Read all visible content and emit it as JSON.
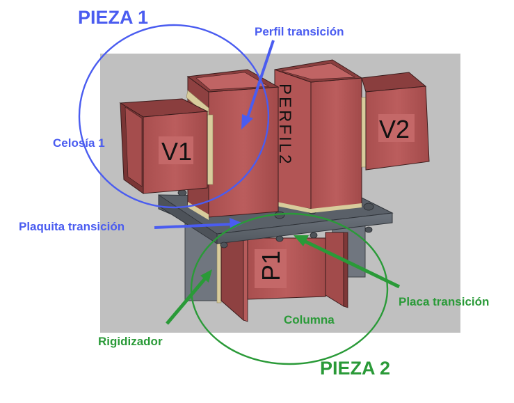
{
  "diagram": {
    "title_piece1": "PIEZA 1",
    "title_piece2": "PIEZA 2",
    "labels": {
      "perfil_transicion": "Perfil transición",
      "celosia_1": "Celosía 1",
      "plaquita_transicion": "Plaquita transición",
      "placa_transicion": "Placa transición",
      "columna": "Columna",
      "rigidizador": "Rigidizador"
    },
    "part_marks": {
      "v1": "V1",
      "v2": "V2",
      "perfil2": "PERFIL2",
      "p1": "P1"
    },
    "colors": {
      "piece1_annotation": "#4a5cf0",
      "piece2_annotation": "#2a9a38",
      "background_render": "#c0c0c0",
      "steel_red": "#b85a5a",
      "steel_red_dark": "#7e3838",
      "plate_gray": "#5f656e",
      "weld_tan": "#d8cc9c"
    }
  }
}
